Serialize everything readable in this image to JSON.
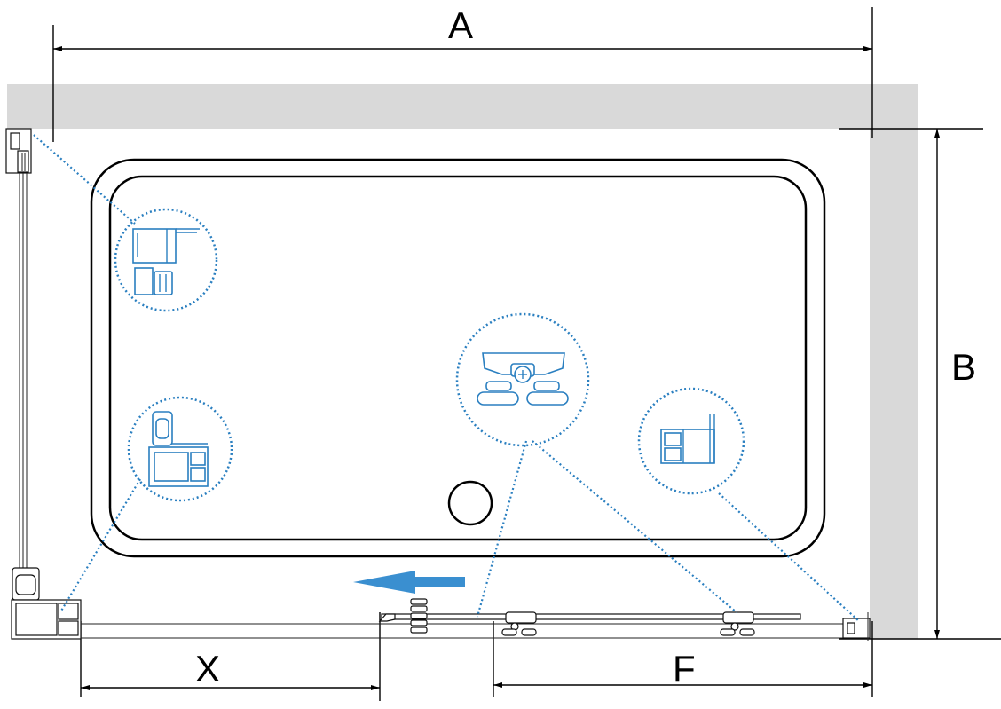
{
  "dimensions": {
    "a_label": "A",
    "b_label": "B",
    "x_label": "X",
    "f_label": "F"
  },
  "colors": {
    "wall": "#d9d9d9",
    "detail": "#2a7fc0",
    "arrow": "#3a8fd0",
    "line": "#000000"
  },
  "icons": {
    "direction_arrow": "arrow-left-icon",
    "drain": "drain-icon",
    "roller": "roller-icon"
  }
}
